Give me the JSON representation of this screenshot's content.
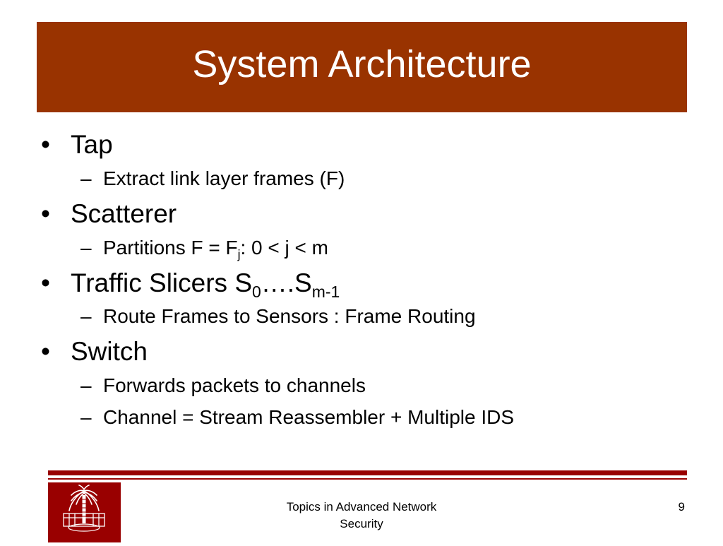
{
  "slide": {
    "title": "System Architecture",
    "bullets": {
      "tap": {
        "label": "Tap",
        "sub1": "Extract link layer frames (F)"
      },
      "scatterer": {
        "label": "Scatterer",
        "sub1_pre": "Partitions F = F",
        "sub1_subscript": "j",
        "sub1_post": ": 0 < j < m"
      },
      "slicers": {
        "label_pre": "Traffic Slicers S",
        "label_sub0": "0",
        "label_mid": "….S",
        "label_sub1": "m-1",
        "sub1": "Route Frames to Sensors : Frame Routing"
      },
      "switch": {
        "label": "Switch",
        "sub1": "Forwards packets to channels",
        "sub2": "Channel = Stream Reassembler + Multiple IDS"
      }
    },
    "bullet_glyph": "•",
    "dash_glyph": "–"
  },
  "footer": {
    "text_line1": "Topics in Advanced Network",
    "text_line2": "Security",
    "page_number": "9",
    "logo_icon": "palmetto-tree-logo-icon"
  },
  "colors": {
    "title_bar": "#993300",
    "footer_rule": "#990000",
    "logo_bg": "#990000",
    "title_text": "#ffffff"
  }
}
